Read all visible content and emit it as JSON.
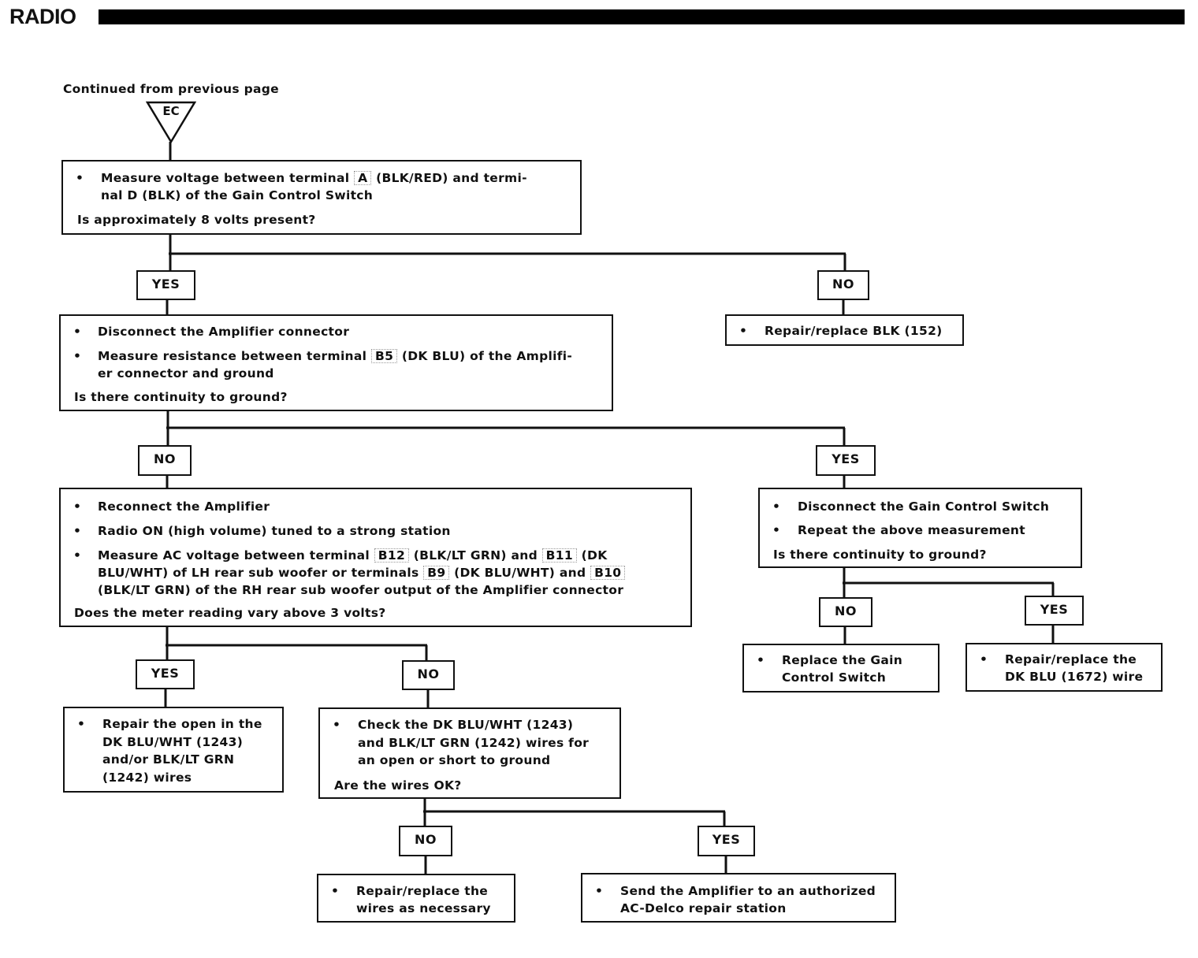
{
  "header": {
    "title": "RADIO"
  },
  "start": {
    "continued_text": "Continued from previous page",
    "connector_label": "EC"
  },
  "bullet_glyph": "•",
  "box1": {
    "b1": [
      "Measure voltage between terminal ",
      "A",
      " (BLK/RED) and termi-",
      "nal D (BLK) of the Gain Control Switch"
    ],
    "question": "Is approximately 8 volts present?"
  },
  "labels": {
    "box1_yes": "YES",
    "box1_no": "NO",
    "box2_no": "NO",
    "box2_yes": "YES",
    "box3_yes": "YES",
    "box3_no": "NO",
    "box4_no": "NO",
    "box4_yes": "YES",
    "box5_no": "NO",
    "box5_yes": "YES"
  },
  "box_repair_blk": {
    "text": "Repair/replace BLK (152)"
  },
  "box2": {
    "b1": "Disconnect the Amplifier connector",
    "b2": [
      "Measure resistance between terminal ",
      "B5",
      " (DK BLU) of the Amplifi-",
      "er connector and ground"
    ],
    "question": "Is there continuity to ground?"
  },
  "box3": {
    "b1": "Reconnect the Amplifier",
    "b2": "Radio ON (high volume) tuned to a strong station",
    "b3": [
      "Measure AC voltage between terminal ",
      "B12",
      " (BLK/LT GRN) and ",
      "B11",
      " (DK",
      "BLU/WHT) of LH rear sub woofer or terminals ",
      "B9",
      " (DK BLU/WHT) and ",
      "B10",
      "(BLK/LT GRN) of the RH rear sub woofer output of the Amplifier connector"
    ],
    "question": "Does the meter reading vary above 3 volts?"
  },
  "box4": {
    "b1": "Disconnect the Gain Control Switch",
    "b2": "Repeat the above measurement",
    "question": "Is there continuity to ground?"
  },
  "box_replace_gain": {
    "lines": [
      "Replace the Gain",
      "Control  Switch"
    ]
  },
  "box_repair_dkblu": {
    "lines": [
      "Repair/replace the",
      "DK BLU (1672) wire"
    ]
  },
  "box_repair_open": {
    "lines": [
      "Repair the open in the",
      "DK BLU/WHT (1243)",
      "and/or BLK/LT GRN",
      "(1242) wires"
    ]
  },
  "box5": {
    "lines": [
      "Check the DK BLU/WHT (1243)",
      "and BLK/LT GRN (1242) wires for",
      "an open or short to ground"
    ],
    "question": "Are the wires OK?"
  },
  "box_repair_wires": {
    "lines": [
      "Repair/replace the",
      "wires as necessary"
    ]
  },
  "box_send_amp": {
    "lines": [
      "Send the Amplifier to an authorized",
      "AC-Delco repair station"
    ]
  }
}
